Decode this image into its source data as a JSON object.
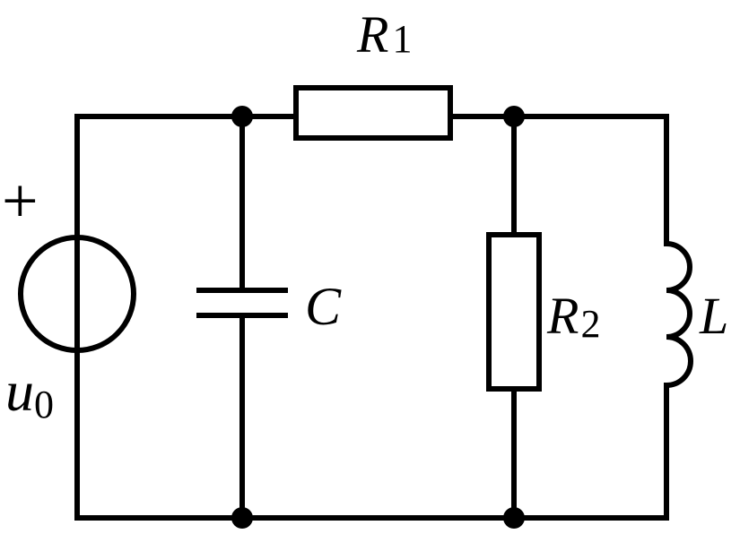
{
  "diagram": {
    "source": {
      "symbol": "u",
      "subscript": "0",
      "polarity": "+"
    },
    "resistor1": {
      "symbol": "R",
      "subscript": "1"
    },
    "resistor2": {
      "symbol": "R",
      "subscript": "2"
    },
    "capacitor": {
      "symbol": "C"
    },
    "inductor": {
      "symbol": "L"
    }
  }
}
